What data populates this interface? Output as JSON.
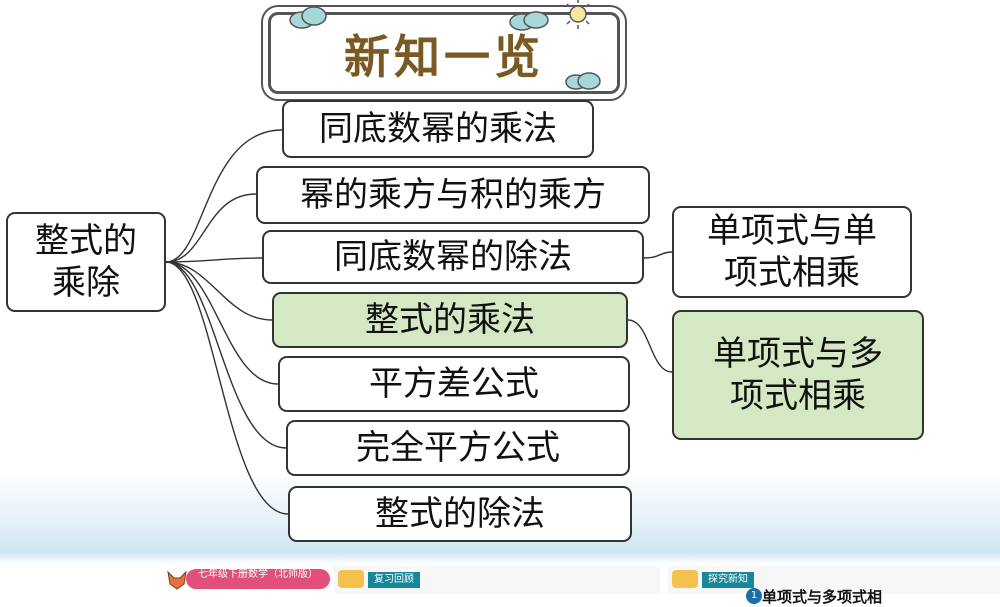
{
  "banner": {
    "title": "新知一览"
  },
  "diagram": {
    "root": "整式的乘除",
    "root_lines": [
      "整式的",
      "乘除"
    ],
    "branches": [
      "同底数幂的乘法",
      "幂的乘方与积的乘方",
      "同底数幂的除法",
      "整式的乘法",
      "平方差公式",
      "完全平方公式",
      "整式的除法"
    ],
    "highlighted_branch": "整式的乘法",
    "sub_branches": [
      {
        "lines": [
          "单项式与单",
          "项式相乘"
        ],
        "highlighted": false
      },
      {
        "lines": [
          "单项式与多",
          "项式相乘"
        ],
        "highlighted": true
      }
    ],
    "highlight_color": "#d3e8c3"
  },
  "footer": {
    "book": "七年级下册数学（北师版）",
    "review_tag": "复习回顾",
    "explore_tag": "探究新知",
    "next_section_number": "1",
    "next_section_title": "单项式与多项式相"
  }
}
